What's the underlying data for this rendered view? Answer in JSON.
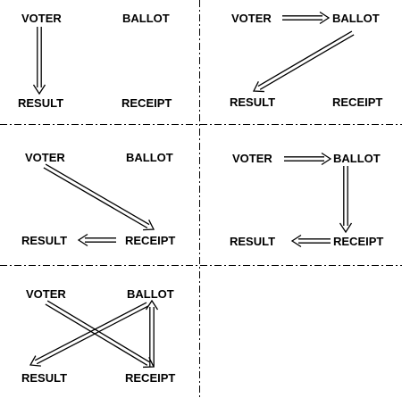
{
  "panels": [
    {
      "labels": {
        "voter": "VOTER",
        "ballot": "BALLOT",
        "result": "RESULT",
        "receipt": "RECEIPT"
      },
      "arrows": [
        {
          "from": "voter",
          "to": "result"
        }
      ]
    },
    {
      "labels": {
        "voter": "VOTER",
        "ballot": "BALLOT",
        "result": "RESULT",
        "receipt": "RECEIPT"
      },
      "arrows": [
        {
          "from": "voter",
          "to": "ballot"
        },
        {
          "from": "ballot",
          "to": "result"
        }
      ]
    },
    {
      "labels": {
        "voter": "VOTER",
        "ballot": "BALLOT",
        "result": "RESULT",
        "receipt": "RECEIPT"
      },
      "arrows": [
        {
          "from": "voter",
          "to": "receipt"
        },
        {
          "from": "receipt",
          "to": "result"
        }
      ]
    },
    {
      "labels": {
        "voter": "VOTER",
        "ballot": "BALLOT",
        "result": "RESULT",
        "receipt": "RECEIPT"
      },
      "arrows": [
        {
          "from": "voter",
          "to": "ballot"
        },
        {
          "from": "ballot",
          "to": "receipt"
        },
        {
          "from": "receipt",
          "to": "result"
        }
      ]
    },
    {
      "labels": {
        "voter": "VOTER",
        "ballot": "BALLOT",
        "result": "RESULT",
        "receipt": "RECEIPT"
      },
      "arrows": [
        {
          "from": "voter",
          "to": "receipt"
        },
        {
          "from": "ballot",
          "to": "result"
        },
        {
          "from": "receipt",
          "to": "ballot"
        }
      ]
    }
  ],
  "colors": {
    "stroke": "#000000",
    "background": "#ffffff"
  }
}
